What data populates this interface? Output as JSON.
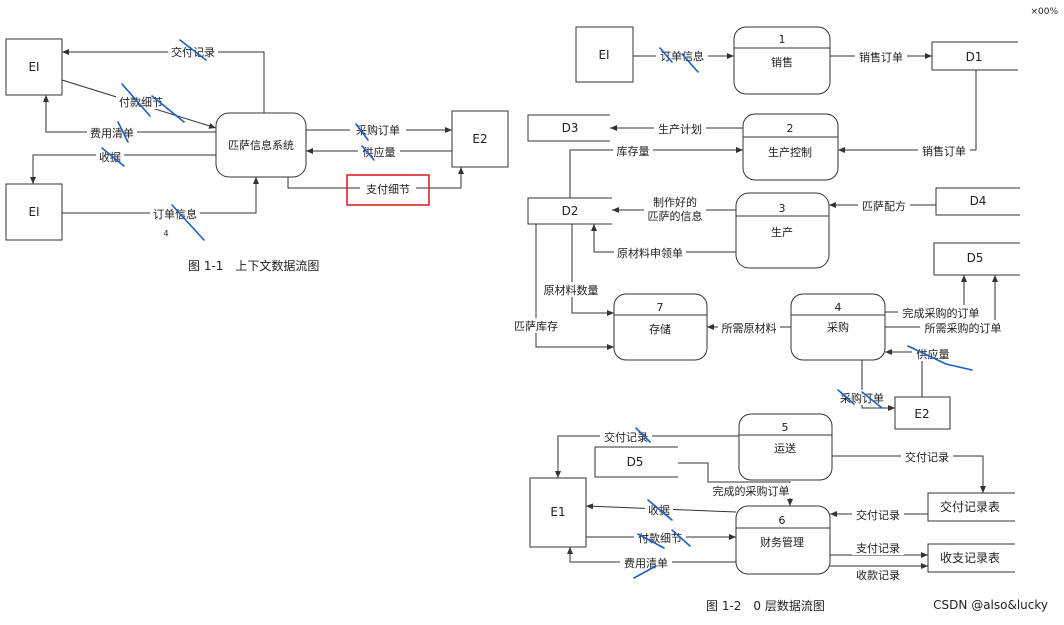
{
  "fig1": {
    "caption": "图 1-1　上下文数据流图",
    "process": "匹萨信息系统",
    "entity_e1_top": "EI",
    "entity_e1_bottom": "EI",
    "entity_e2": "E2",
    "flows": {
      "jiaofu_jilu": "交付记录",
      "fukuan_xijie": "付款细节",
      "feiyong_qingdan": "费用清单",
      "shouju": "收据",
      "dingdan_xinxi": "订单信息",
      "caigou_dingdan": "采购订单",
      "gongying_liang": "供应量",
      "zhifu_xijie": "支付细节"
    },
    "small_mark": "4"
  },
  "fig2": {
    "caption": "图 1-2　0 层数据流图",
    "entities": {
      "e1_top": "EI",
      "e1_bottom": "E1",
      "e2": "E2"
    },
    "stores": {
      "d1": "D1",
      "d2": "D2",
      "d3": "D3",
      "d4": "D4",
      "d5_top": "D5",
      "d5_bottom": "D5",
      "jiaofu_biao": "交付记录表",
      "shouzhi_biao": "收支记录表"
    },
    "processes": [
      {
        "num": "1",
        "name": "销售"
      },
      {
        "num": "2",
        "name": "生产控制"
      },
      {
        "num": "3",
        "name": "生产"
      },
      {
        "num": "7",
        "name": "存储"
      },
      {
        "num": "4",
        "name": "采购"
      },
      {
        "num": "5",
        "name": "运送"
      },
      {
        "num": "6",
        "name": "财务管理"
      }
    ],
    "flows": {
      "dingdan_xinxi": "订单信息",
      "xiaoshou_dingdan_1": "销售订单",
      "xiaoshou_dingdan_2": "销售订单",
      "shengchan_jihua": "生产计划",
      "kucun_liang": "库存量",
      "zhizuo_line1": "制作好的",
      "zhizuo_line2": "匹萨的信息",
      "pisa_peifang": "匹萨配方",
      "yuancailiao_shenling": "原材料申领单",
      "yuancailiao_shuliang": "原材料数量",
      "pisa_kucun": "匹萨库存",
      "suoxu_yuancailiao": "所需原材料",
      "wancheng_caigou": "完成采购的订单",
      "suoxu_caigou": "所需采购的订单",
      "gongying_liang": "供应量",
      "caigou_dingdan": "采购订单",
      "jiaofu_jilu_1": "交付记录",
      "jiaofu_jilu_2": "交付记录",
      "jiaofu_jilu_3": "交付记录",
      "wancheng_caigou_dingdan": "完成的采购订单",
      "shouju": "收据",
      "fukuan_xijie": "付款细节",
      "feiyong_qingdan": "费用清单",
      "zhifu_jilu": "支付记录",
      "shoukuan_jilu": "收款记录"
    }
  },
  "watermark": "CSDN @also&lucky",
  "corner_mark": "×00%"
}
